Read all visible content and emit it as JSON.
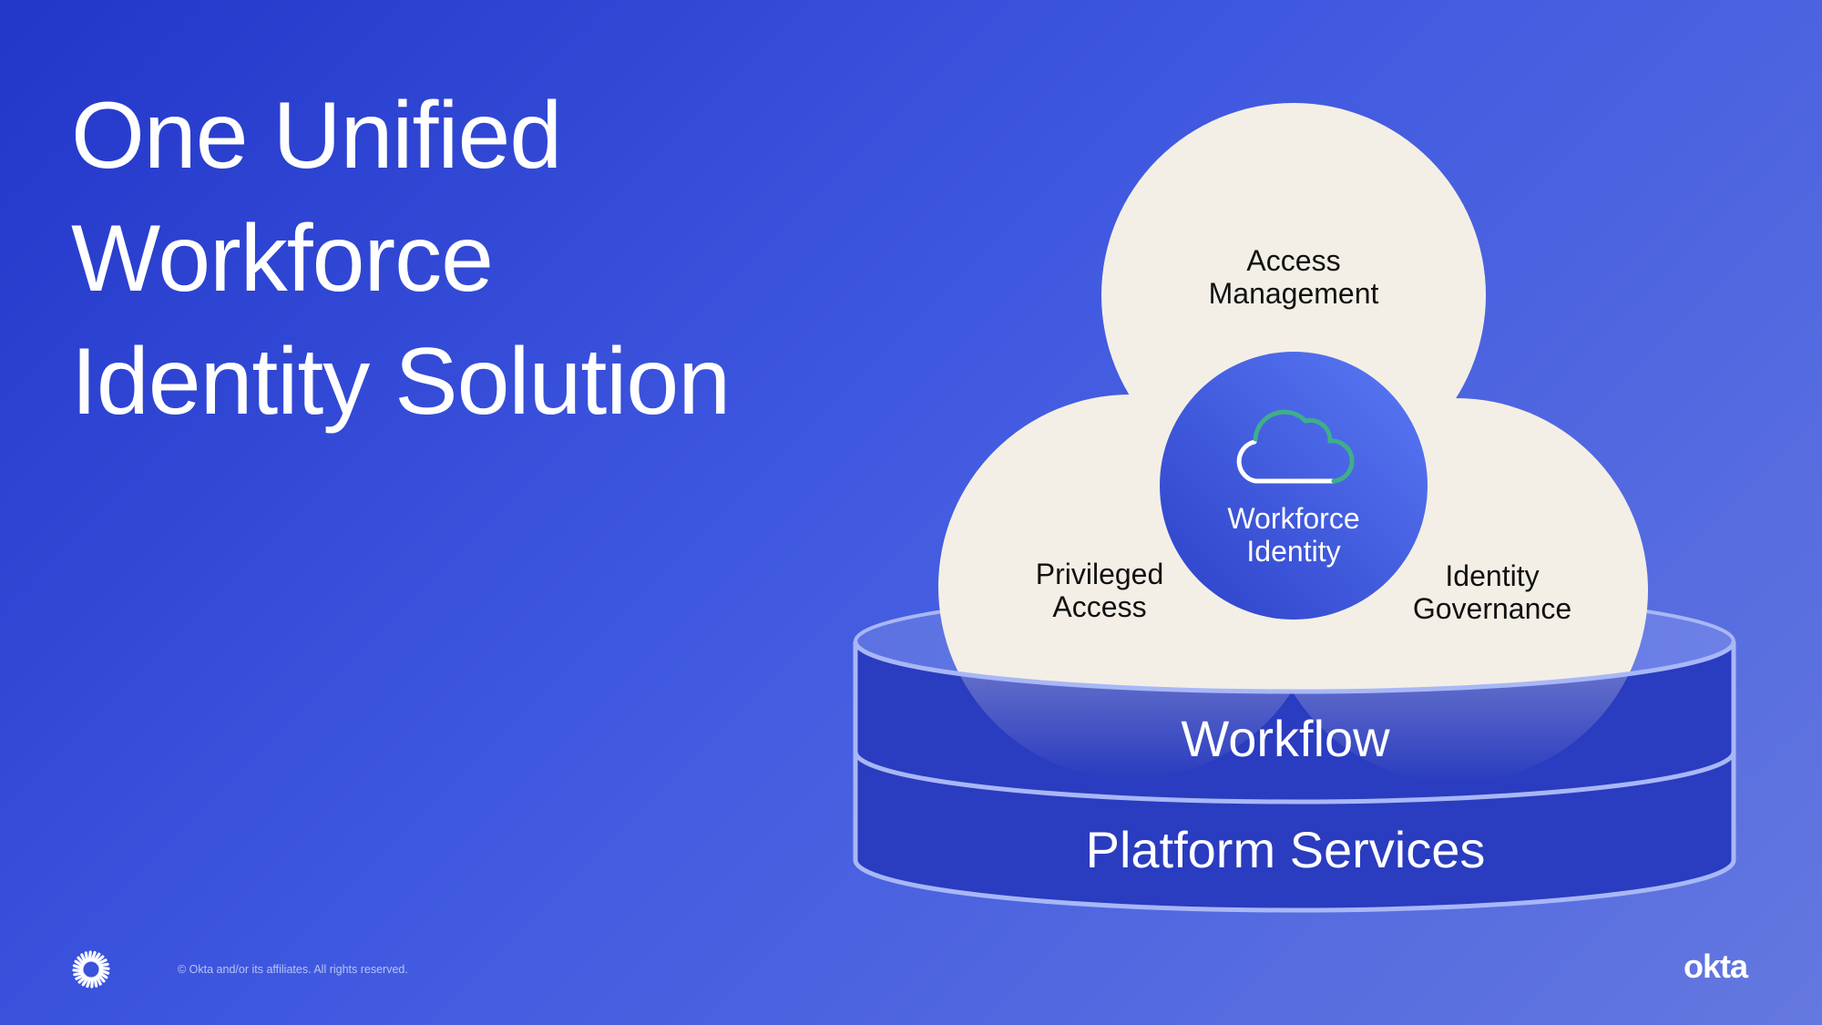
{
  "title": {
    "lines": [
      "One Unified",
      "Workforce",
      "Identity Solution"
    ]
  },
  "diagram": {
    "access_management": [
      "Access",
      "Management"
    ],
    "privileged_access": [
      "Privileged",
      "Access"
    ],
    "identity_governance": [
      "Identity",
      "Governance"
    ],
    "center": [
      "Workforce",
      "Identity"
    ],
    "center_icon": "cloud-icon",
    "layers": [
      "Workflow",
      "Platform Services"
    ]
  },
  "footer": {
    "copyright": "© Okta and/or its affiliates. All rights reserved.",
    "brand": "okta",
    "logo_icon": "okta-sunburst-icon"
  },
  "colors": {
    "cream": "#f3efe6",
    "center_blue": "#3f5ae6",
    "cylinder": "#2a3cbf",
    "rim": "#a8b7f6",
    "cloud_green": "#3fae8a"
  }
}
